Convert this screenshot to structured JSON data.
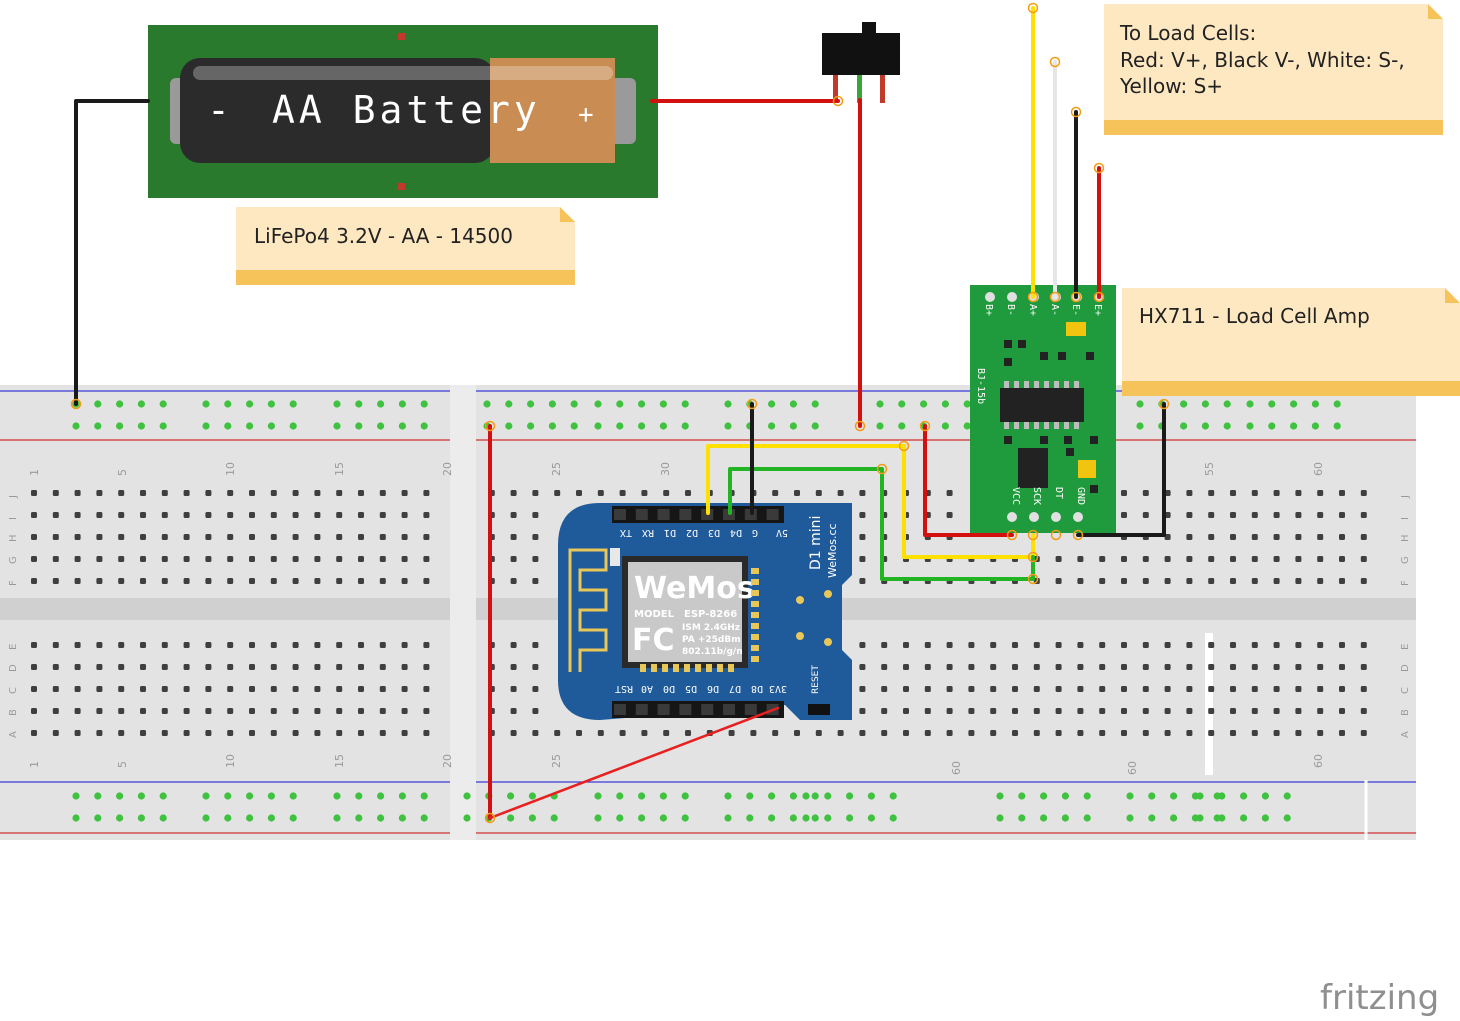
{
  "notes": {
    "battery_label": "LiFePo4 3.2V - AA - 14500",
    "load_cells_title": "To Load Cells:",
    "load_cells_line1": "Red: V+, Black V-, White: S-,",
    "load_cells_line2": "Yellow: S+",
    "hx711_label": "HX711 - Load Cell Amp"
  },
  "battery": {
    "text": "AA Battery",
    "minus": "-",
    "plus": "+"
  },
  "wemos": {
    "brand": "WeMos",
    "model_label": "MODEL",
    "model": "ESP-8266",
    "fc": "FC",
    "spec1": "ISM 2.4GHz",
    "spec2": "PA +25dBm",
    "spec3": "802.11b/g/n",
    "side_title": "D1 mini",
    "side_site": "WeMos.cc",
    "reset": "RESET",
    "top_pins": [
      "TX",
      "RX",
      "D1",
      "D2",
      "D3",
      "D4",
      "G",
      "5V"
    ],
    "bottom_pins": [
      "RST",
      "A0",
      "D0",
      "D5",
      "D6",
      "D7",
      "D8",
      "3V3"
    ]
  },
  "hx711": {
    "top_pins": [
      "B+",
      "B-",
      "A+",
      "A-",
      "E-",
      "E+"
    ],
    "bottom_pins": [
      "VCC",
      "SCK",
      "DT",
      "GND"
    ],
    "side_text": "BJ-15b"
  },
  "breadboard": {
    "column_numbers": [
      "1",
      "5",
      "10",
      "15",
      "20",
      "25",
      "30",
      "55",
      "60"
    ],
    "lower_numbers": [
      "1",
      "5",
      "10",
      "15",
      "20",
      "25",
      "60",
      "60",
      "60"
    ],
    "top_rows": [
      "J",
      "I",
      "H",
      "G",
      "F"
    ],
    "bottom_rows": [
      "E",
      "D",
      "C",
      "B",
      "A"
    ]
  },
  "colors": {
    "wire_red": "#d21010",
    "wire_black": "#1a1a1a",
    "wire_yellow": "#ffe000",
    "wire_green": "#22b422",
    "wire_white": "#e6e6e6",
    "pcb_green": "#1f9a3c",
    "battery_holder": "#2a7a2e",
    "wemos_blue": "#1f5a9a",
    "note_fill": "#fde8c2",
    "note_bar": "#f6c35a"
  },
  "logo": "fritzing"
}
